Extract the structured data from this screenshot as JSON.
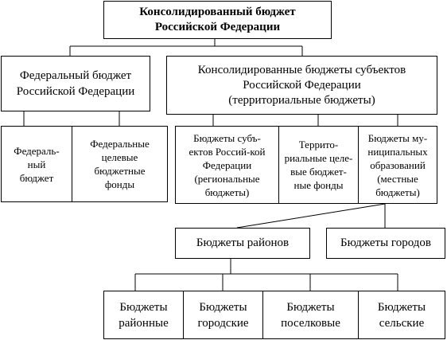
{
  "root": {
    "label": "Консолидированный бюджет\nРоссийской Федерации"
  },
  "federal": {
    "label": "Федеральный бюджет\nРоссийской Федерации",
    "children": [
      {
        "label": "Федераль-\nный\nбюджет"
      },
      {
        "label": "Федеральные\nцелевые\nбюджетные\nфонды"
      }
    ]
  },
  "subjects": {
    "label": "Консолидированные бюджеты субъектов\nРоссийской Федерации\n(территориальные бюджеты)",
    "children": [
      {
        "label": "Бюджеты субъ-\nектов Россий-кой\nФедерации\n(региональные\nбюджеты)"
      },
      {
        "label": "Террито-\nриальные целе-\nвые бюджет-\nные фонды"
      },
      {
        "label": "Бюджеты му-\nниципальных\nобразований\n(местные\nбюджеты)"
      }
    ]
  },
  "municipal": {
    "districts": {
      "label": "Бюджеты районов"
    },
    "cities": {
      "label": "Бюджеты городов"
    },
    "leaves": [
      {
        "label": "Бюджеты\nрайонные"
      },
      {
        "label": "Бюджеты\nгородские"
      },
      {
        "label": "Бюджеты\nпоселковые"
      },
      {
        "label": "Бюджеты\nсельские"
      }
    ]
  }
}
